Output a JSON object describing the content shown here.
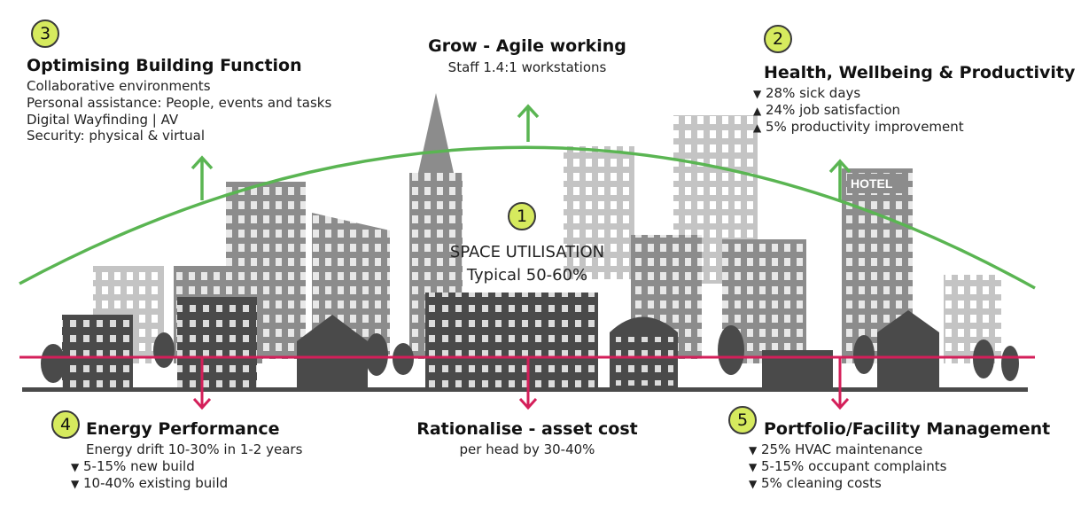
{
  "colors": {
    "arc": "#5ab552",
    "baseline": "#d41f5a",
    "building_dark": "#4a4a4a",
    "building_mid": "#8a8a8a",
    "building_light": "#c4c4c4",
    "badge": "#d6ea5e"
  },
  "sections": {
    "optimising": {
      "number": "3",
      "title": "Optimising Building Function",
      "lines": [
        "Collaborative environments",
        "Personal assistance: People, events and tasks",
        "Digital Wayfinding | AV",
        "Security: physical & virtual"
      ]
    },
    "grow": {
      "title": "Grow - Agile working",
      "line": "Staff 1.4:1 workstations"
    },
    "health": {
      "number": "2",
      "title": "Health, Wellbeing & Productivity",
      "items": [
        {
          "arrow": "▼",
          "text": "28% sick days"
        },
        {
          "arrow": "▲",
          "text": "24% job satisfaction"
        },
        {
          "arrow": "▲",
          "text": "5% productivity improvement"
        }
      ]
    },
    "space": {
      "number": "1",
      "title": "SPACE UTILISATION",
      "line": "Typical 50-60%"
    },
    "energy": {
      "number": "4",
      "title": "Energy Performance",
      "line": "Energy drift 10-30% in 1-2 years",
      "items": [
        {
          "arrow": "▼",
          "text": "5-15% new build"
        },
        {
          "arrow": "▼",
          "text": "10-40% existing build"
        }
      ]
    },
    "rationalise": {
      "title": "Rationalise - asset cost",
      "line": "per head by 30-40%"
    },
    "portfolio": {
      "number": "5",
      "title": "Portfolio/Facility Management",
      "items": [
        {
          "arrow": "▼",
          "text": "25% HVAC maintenance"
        },
        {
          "arrow": "▼",
          "text": "5-15% occupant complaints"
        },
        {
          "arrow": "▼",
          "text": "5% cleaning costs"
        }
      ]
    },
    "hotel_sign": "HOTEL"
  }
}
